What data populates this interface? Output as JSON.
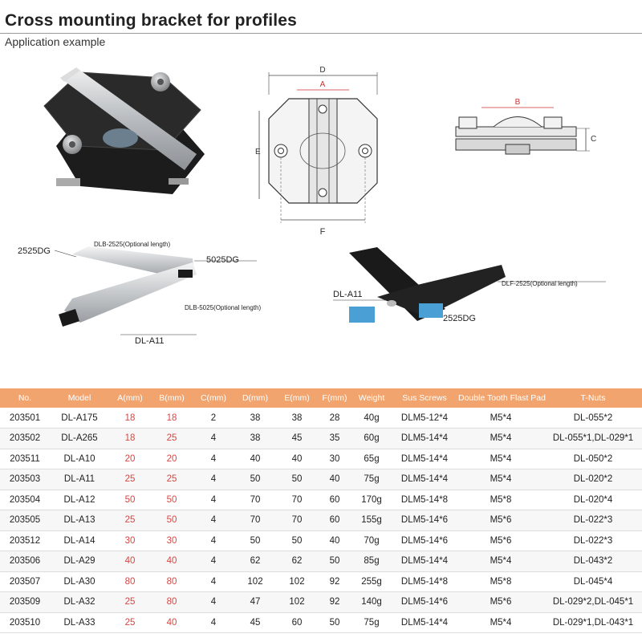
{
  "header": {
    "title": "Cross mounting bracket for profiles",
    "subtitle": "Application example"
  },
  "diagram_top": {
    "labels": {
      "D": "D",
      "A": "A",
      "E": "E",
      "F": "F"
    }
  },
  "diagram_side": {
    "labels": {
      "B": "B",
      "C": "C"
    }
  },
  "assembly_left": {
    "labels": {
      "profile_2525": "2525DG",
      "rod_2525": "DLB-2525(Optional length)",
      "profile_5025": "5025DG",
      "rod_5025": "DLB-5025(Optional length)",
      "bracket": "DL-A11"
    }
  },
  "assembly_right": {
    "labels": {
      "bracket": "DL-A11",
      "rod": "DLF-2525(Optional length)",
      "profile": "2525DG"
    }
  },
  "colors": {
    "header_bg": "#f2a46e",
    "highlight_text": "#d64540",
    "profile_blue": "#4a9fd4"
  },
  "table": {
    "columns": [
      "No.",
      "Model",
      "A(mm)",
      "B(mm)",
      "C(mm)",
      "D(mm)",
      "E(mm)",
      "F(mm)",
      "Weight",
      "Sus Screws",
      "Double Tooth Flast Pad",
      "T-Nuts"
    ],
    "rows": [
      [
        "203501",
        "DL-A175",
        "18",
        "18",
        "2",
        "38",
        "38",
        "28",
        "40g",
        "DLM5-12*4",
        "M5*4",
        "DL-055*2"
      ],
      [
        "203502",
        "DL-A265",
        "18",
        "25",
        "4",
        "38",
        "45",
        "35",
        "60g",
        "DLM5-14*4",
        "M5*4",
        "DL-055*1,DL-029*1"
      ],
      [
        "203511",
        "DL-A10",
        "20",
        "20",
        "4",
        "40",
        "40",
        "30",
        "65g",
        "DLM5-14*4",
        "M5*4",
        "DL-050*2"
      ],
      [
        "203503",
        "DL-A11",
        "25",
        "25",
        "4",
        "50",
        "50",
        "40",
        "75g",
        "DLM5-14*4",
        "M5*4",
        "DL-020*2"
      ],
      [
        "203504",
        "DL-A12",
        "50",
        "50",
        "4",
        "70",
        "70",
        "60",
        "170g",
        "DLM5-14*8",
        "M5*8",
        "DL-020*4"
      ],
      [
        "203505",
        "DL-A13",
        "25",
        "50",
        "4",
        "70",
        "70",
        "60",
        "155g",
        "DLM5-14*6",
        "M5*6",
        "DL-022*3"
      ],
      [
        "203512",
        "DL-A14",
        "30",
        "30",
        "4",
        "50",
        "50",
        "40",
        "70g",
        "DLM5-14*6",
        "M5*6",
        "DL-022*3"
      ],
      [
        "203506",
        "DL-A29",
        "40",
        "40",
        "4",
        "62",
        "62",
        "50",
        "85g",
        "DLM5-14*4",
        "M5*4",
        "DL-043*2"
      ],
      [
        "203507",
        "DL-A30",
        "80",
        "80",
        "4",
        "102",
        "102",
        "92",
        "255g",
        "DLM5-14*8",
        "M5*8",
        "DL-045*4"
      ],
      [
        "203509",
        "DL-A32",
        "25",
        "80",
        "4",
        "47",
        "102",
        "92",
        "140g",
        "DLM5-14*6",
        "M5*6",
        "DL-029*2,DL-045*1"
      ],
      [
        "203510",
        "DL-A33",
        "25",
        "40",
        "4",
        "45",
        "60",
        "50",
        "75g",
        "DLM5-14*4",
        "M5*4",
        "DL-029*1,DL-043*1"
      ]
    ]
  }
}
